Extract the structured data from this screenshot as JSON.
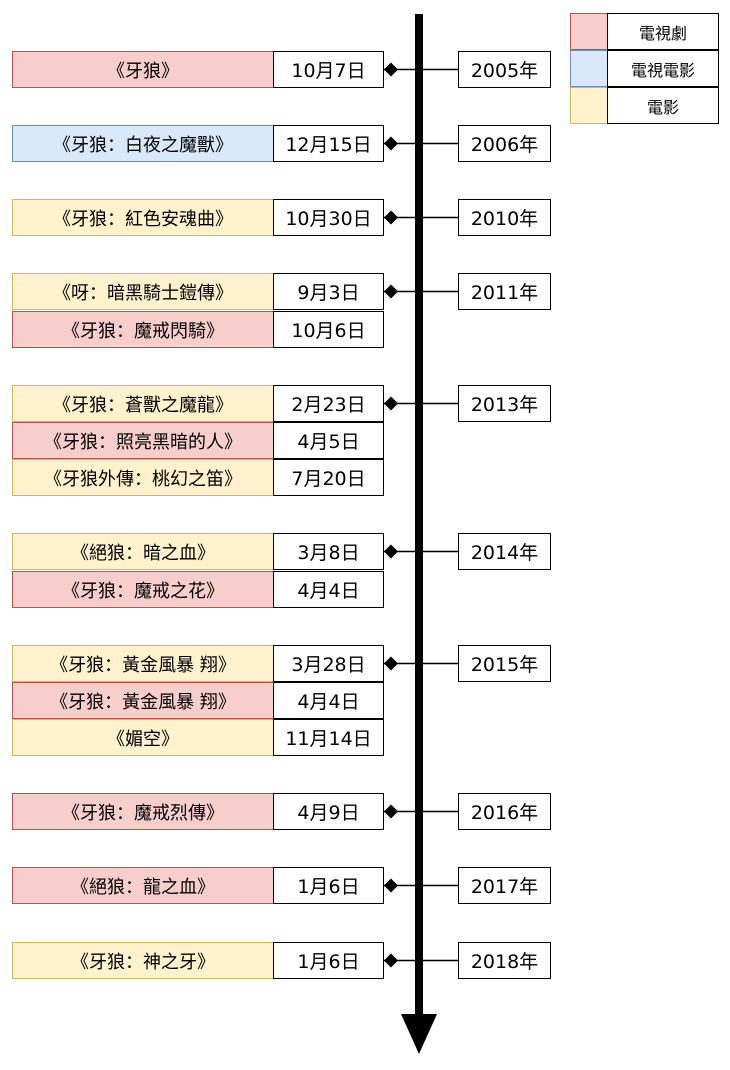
{
  "legend": [
    {
      "label": "電視劇",
      "kind": "tv"
    },
    {
      "label": "電視電影",
      "kind": "tvmovie"
    },
    {
      "label": "電影",
      "kind": "movie"
    }
  ],
  "groups": [
    {
      "year": "2005年",
      "entries": [
        {
          "title": "《牙狼》",
          "date": "10月7日",
          "kind": "tv"
        }
      ]
    },
    {
      "year": "2006年",
      "entries": [
        {
          "title": "《牙狼：白夜之魔獸》",
          "date": "12月15日",
          "kind": "tvmovie"
        }
      ]
    },
    {
      "year": "2010年",
      "entries": [
        {
          "title": "《牙狼：紅色安魂曲》",
          "date": "10月30日",
          "kind": "movie"
        }
      ]
    },
    {
      "year": "2011年",
      "entries": [
        {
          "title": "《呀：暗黑騎士鎧傳》",
          "date": "9月3日",
          "kind": "movie"
        },
        {
          "title": "《牙狼：魔戒閃騎》",
          "date": "10月6日",
          "kind": "tv"
        }
      ]
    },
    {
      "year": "2013年",
      "entries": [
        {
          "title": "《牙狼：蒼獸之魔龍》",
          "date": "2月23日",
          "kind": "movie"
        },
        {
          "title": "《牙狼：照亮黑暗的人》",
          "date": "4月5日",
          "kind": "tv"
        },
        {
          "title": "《牙狼外傳：桃幻之笛》",
          "date": "7月20日",
          "kind": "movie"
        }
      ]
    },
    {
      "year": "2014年",
      "entries": [
        {
          "title": "《絕狼：暗之血》",
          "date": "3月8日",
          "kind": "movie"
        },
        {
          "title": "《牙狼：魔戒之花》",
          "date": "4月4日",
          "kind": "tv"
        }
      ]
    },
    {
      "year": "2015年",
      "entries": [
        {
          "title": "《牙狼：黃金風暴 翔》",
          "date": "3月28日",
          "kind": "movie"
        },
        {
          "title": "《牙狼：黃金風暴 翔》",
          "date": "4月4日",
          "kind": "tv"
        },
        {
          "title": "《媚空》",
          "date": "11月14日",
          "kind": "movie"
        }
      ]
    },
    {
      "year": "2016年",
      "entries": [
        {
          "title": "《牙狼：魔戒烈傳》",
          "date": "4月9日",
          "kind": "tv"
        }
      ]
    },
    {
      "year": "2017年",
      "entries": [
        {
          "title": "《絕狼：龍之血》",
          "date": "1月6日",
          "kind": "tv"
        }
      ]
    },
    {
      "year": "2018年",
      "entries": [
        {
          "title": "《牙狼：神之牙》",
          "date": "1月6日",
          "kind": "movie"
        }
      ]
    }
  ]
}
